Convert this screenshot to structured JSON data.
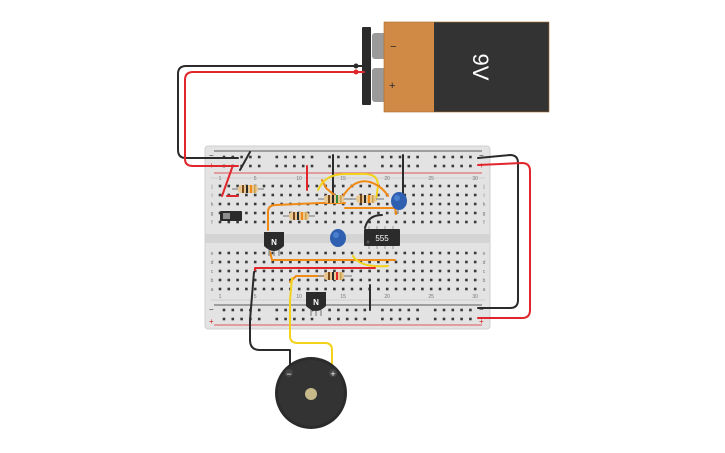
{
  "battery": {
    "voltage_label": "9V",
    "neg_label": "−",
    "pos_label": "+"
  },
  "chip": {
    "label": "555"
  },
  "transistors": [
    {
      "label": "N"
    },
    {
      "label": "N"
    }
  ],
  "buzzer": {
    "neg_label": "−",
    "pos_label": "+"
  },
  "breadboard": {
    "rail_labels": {
      "plus": "+",
      "minus": "−"
    },
    "row_letters_top": [
      "j",
      "i",
      "h",
      "g",
      "f"
    ],
    "row_letters_bottom": [
      "e",
      "d",
      "c",
      "b",
      "a"
    ],
    "column_numbers": [
      "1",
      "5",
      "10",
      "15",
      "20",
      "25",
      "30"
    ]
  },
  "colors": {
    "wire_red": "#e0262b",
    "wire_black": "#2b2b2b",
    "wire_orange": "#f08a14",
    "wire_yellow": "#f2d21b",
    "battery_body": "#d08a45",
    "battery_dark": "#333333",
    "breadboard": "#e3e3e3",
    "capacitor": "#2f5fb0"
  }
}
